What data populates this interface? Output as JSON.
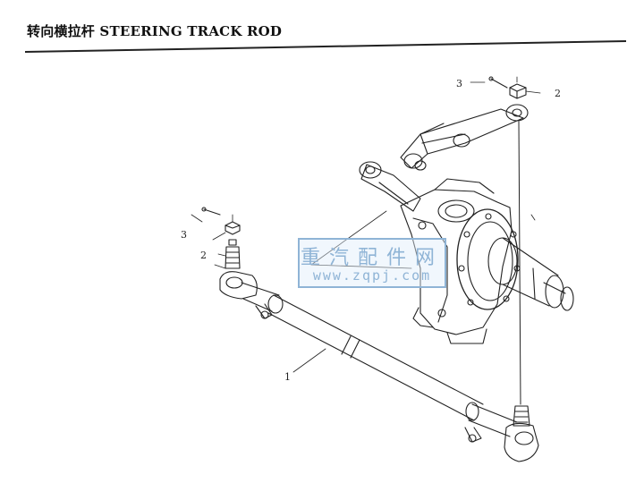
{
  "header": {
    "title": "转向横拉杆 STEERING TRACK ROD"
  },
  "callouts": {
    "c1": "1",
    "c2_left": "2",
    "c3_left": "3",
    "c2_right": "2",
    "c3_right": "3"
  },
  "watermark": {
    "cn": "重汽配件网",
    "url": "www.zqpj.com"
  },
  "colors": {
    "line": "#222222",
    "watermark": "#8fb4d6"
  }
}
